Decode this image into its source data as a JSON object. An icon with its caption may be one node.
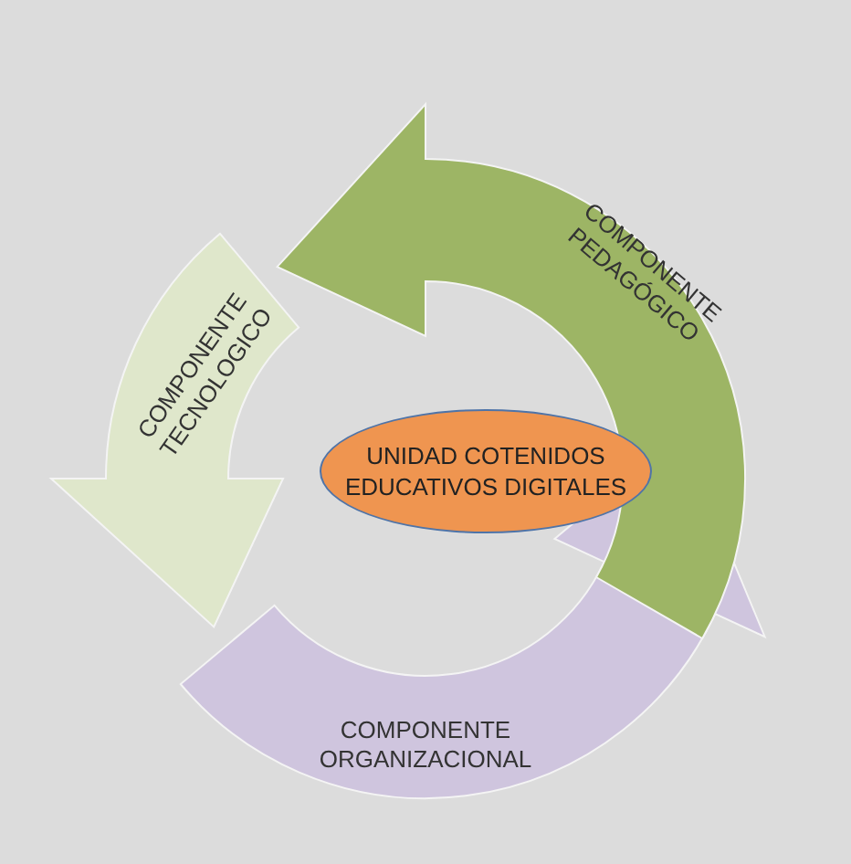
{
  "diagram": {
    "nodes": [
      {
        "text": [
          "COMPONENTE PEDAGÓGICO"
        ]
      },
      {
        "text": [
          "COMPONENTE TECNOLOGICO"
        ]
      },
      {
        "text": [
          "UNIDAD COTENIDOS EDUCATIVOS DIGITALES"
        ]
      },
      {
        "text": [
          "COMPONENTE ORGANIZACIONAL"
        ]
      }
    ]
  }
}
